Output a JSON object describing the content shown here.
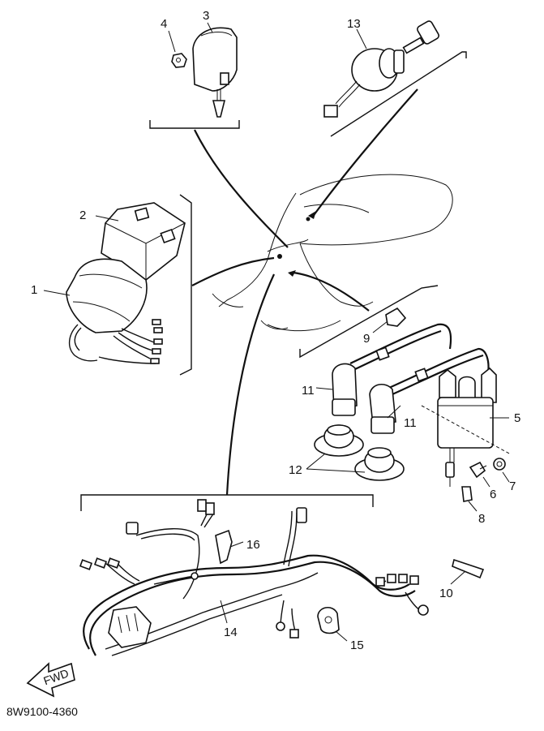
{
  "diagram_code": "8W9100-4360",
  "fwd_label": "FWD",
  "callouts": {
    "p1": "1",
    "p2": "2",
    "p3": "3",
    "p4": "4",
    "p5": "5",
    "p6": "6",
    "p7": "7",
    "p8": "8",
    "p9": "9",
    "p10": "10",
    "p11a": "11",
    "p11b": "11",
    "p12": "12",
    "p13": "13",
    "p14": "14",
    "p15": "15",
    "p16": "16"
  }
}
